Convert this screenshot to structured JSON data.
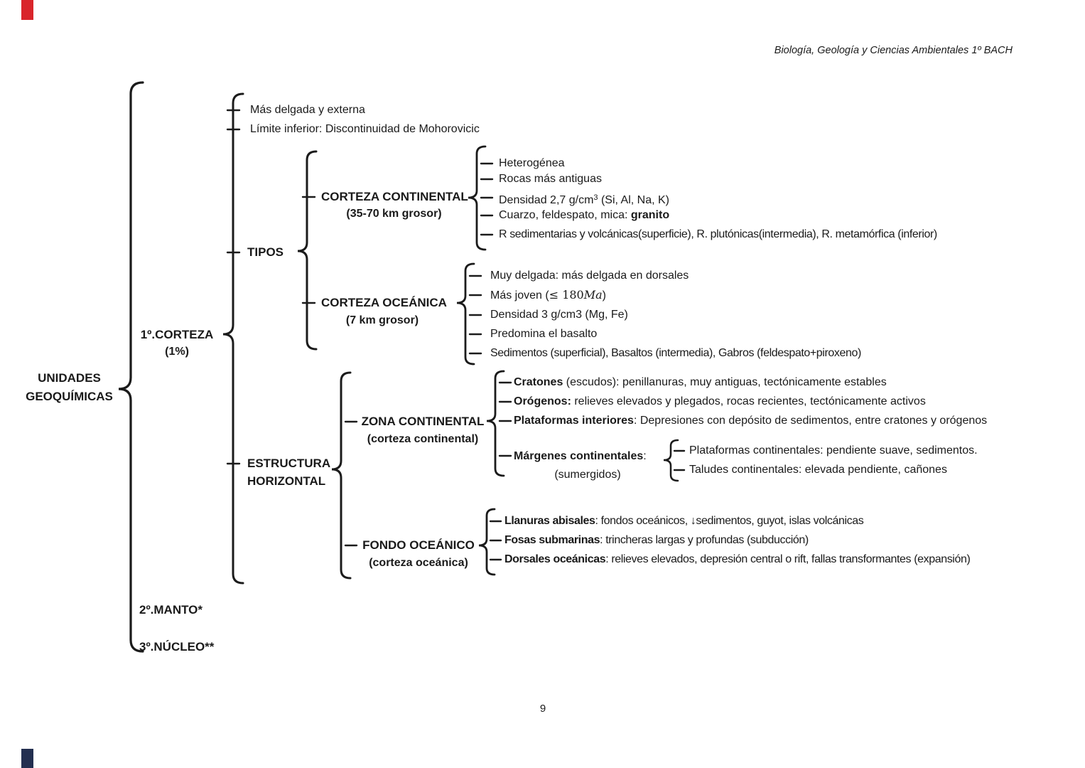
{
  "header": {
    "course": "Biología, Geología y Ciencias Ambientales 1º BACH"
  },
  "page": {
    "number": "9"
  },
  "colors": {
    "edge_tab_red": "#d9252b",
    "edge_tab_navy": "#232f50"
  },
  "root": {
    "line1": "UNIDADES",
    "line2": "GEOQUÍMICAS"
  },
  "corteza": {
    "label": "1º.CORTEZA",
    "sub": "(1%)",
    "features": [
      "Más delgada y externa",
      "Límite inferior: Discontinuidad de Mohorovicic"
    ],
    "tipos": {
      "label": "TIPOS",
      "continental": {
        "label": "CORTEZA CONTINENTAL",
        "sub": "(35-70 km grosor)",
        "items": {
          "i1": "Heterogénea",
          "i2": "Rocas más antiguas",
          "i3": {
            "pre": "Densidad 2,7 g/cm",
            "sup": "3",
            "post": " (Si, Al, Na, K)"
          },
          "i4": {
            "pre": "Cuarzo, feldespato, mica: ",
            "bold": "granito"
          },
          "i5": "R sedimentarias y volcánicas(superficie), R. plutónicas(intermedia), R. metamórfica (inferior)"
        }
      },
      "oceanica": {
        "label": "CORTEZA OCEÁNICA",
        "sub": "(7 km grosor)",
        "items": {
          "i1": "Muy delgada: más delgada en dorsales",
          "i2": {
            "pre": "Más joven (",
            "math": "≤ 180",
            "mathit": "Ma",
            "post": ")"
          },
          "i3": "Densidad 3 g/cm3 (Mg, Fe)",
          "i4": "Predomina el basalto",
          "i5": "Sedimentos (superficial), Basaltos (intermedia), Gabros (feldespato+piroxeno)"
        }
      }
    },
    "estructura": {
      "label1": "ESTRUCTURA",
      "label2": "HORIZONTAL",
      "zona_continental": {
        "label": "ZONA CONTINENTAL",
        "sub": "(corteza continental)",
        "items": {
          "i1": {
            "bold": "Cratones",
            "rest": " (escudos): penillanuras, muy antiguas, tectónicamente estables"
          },
          "i2": {
            "bold": "Orógenos:",
            "rest": " relieves elevados y plegados, rocas recientes, tectónicamente activos"
          },
          "i3": {
            "bold": "Plataformas interiores",
            "rest": ": Depresiones con depósito de sedimentos, entre cratones y orógenos"
          }
        },
        "margenes": {
          "bold": "Márgenes continentales",
          "colon": ":",
          "sub": "(sumergidos)",
          "items": {
            "i1": "Plataformas continentales: pendiente suave, sedimentos.",
            "i2": "Taludes continentales: elevada pendiente, cañones"
          }
        }
      },
      "fondo_oceanico": {
        "label": "FONDO OCEÁNICO",
        "sub": "(corteza oceánica)",
        "items": {
          "i1": {
            "bold": "Llanuras abisales",
            "rest": ": fondos oceánicos, ↓sedimentos, guyot, islas volcánicas"
          },
          "i2": {
            "bold": "Fosas submarinas",
            "rest": ": trincheras largas y profundas (subducción)"
          },
          "i3": {
            "bold": "Dorsales oceánicas",
            "rest": ": relieves elevados, depresión central o rift, fallas transformantes (expansión)"
          }
        }
      }
    }
  },
  "manto": {
    "label": "2º.MANTO*"
  },
  "nucleo": {
    "label": "3º.NÚCLEO**"
  }
}
